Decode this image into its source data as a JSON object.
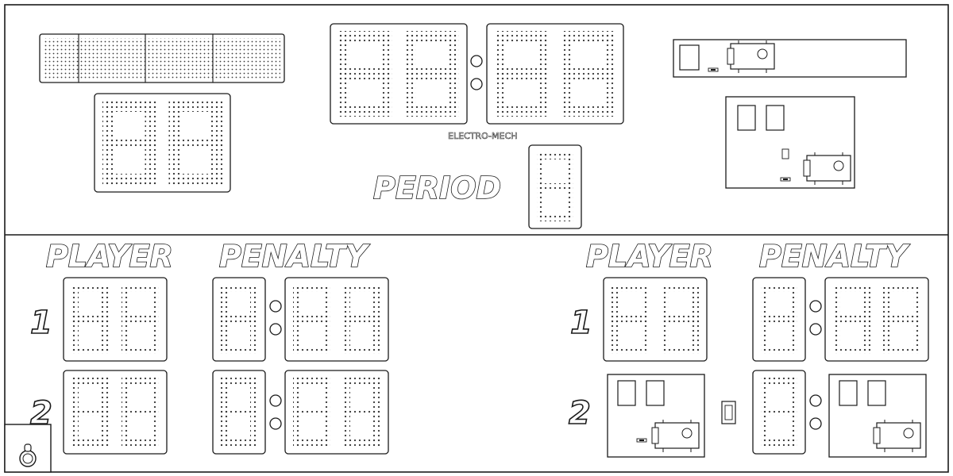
{
  "labels": {
    "period": "PERIOD",
    "player_left": "PLAYER",
    "penalty_left": "PENALTY",
    "player_right": "PLAYER",
    "penalty_right": "PENALTY",
    "row1_left": "1",
    "row2_left": "2",
    "row1_right": "1",
    "row2_right": "2",
    "brand": "ELECTRO-MECH"
  },
  "colors": {
    "line": "#1a1a1a",
    "dot": "#3a3a3a",
    "background": "#ffffff"
  },
  "icons": [
    "horn-icon",
    "cable-connector-icon",
    "controller-box-icon",
    "light-switch-icon"
  ]
}
